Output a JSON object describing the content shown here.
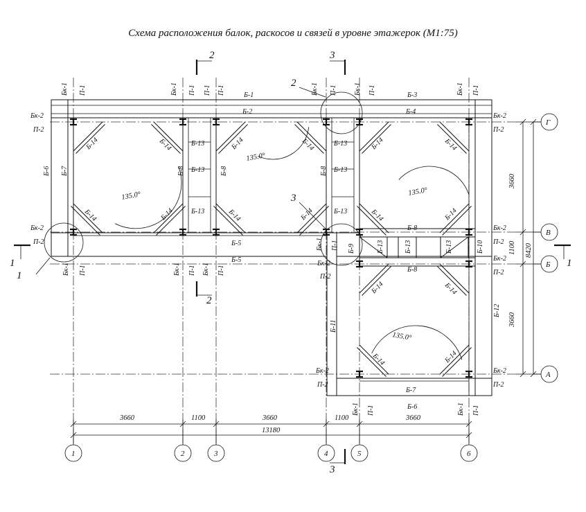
{
  "title": "Схема расположения балок, раскосов и связей в уровне этажерок  (М1:75)",
  "axes": {
    "cols": [
      "1",
      "2",
      "3",
      "4",
      "5",
      "6"
    ],
    "rows": [
      "Г",
      "В",
      "Б",
      "А"
    ]
  },
  "dims": {
    "bottom": [
      "3660",
      "1100",
      "3660",
      "1100",
      "3660"
    ],
    "total": "13180",
    "right": [
      "3660",
      "1100",
      "3660"
    ],
    "right_total": "8420"
  },
  "angle": "135.0°",
  "labels": {
    "bk1": "Бк-1",
    "p1": "П-1",
    "bk2": "Бк-2",
    "p2": "П-2",
    "b1": "Б-1",
    "b2": "Б-2",
    "b3": "Б-3",
    "b4": "Б-4",
    "b5": "Б-5",
    "b6": "Б-6",
    "b7": "Б-7",
    "b8": "Б-8",
    "b9": "Б-9",
    "b10": "Б-10",
    "b11": "Б-11",
    "b12": "Б-12",
    "b13": "Б-13",
    "b14": "Б-14"
  },
  "sections": {
    "s1": "1",
    "s2": "2",
    "s3": "3"
  }
}
